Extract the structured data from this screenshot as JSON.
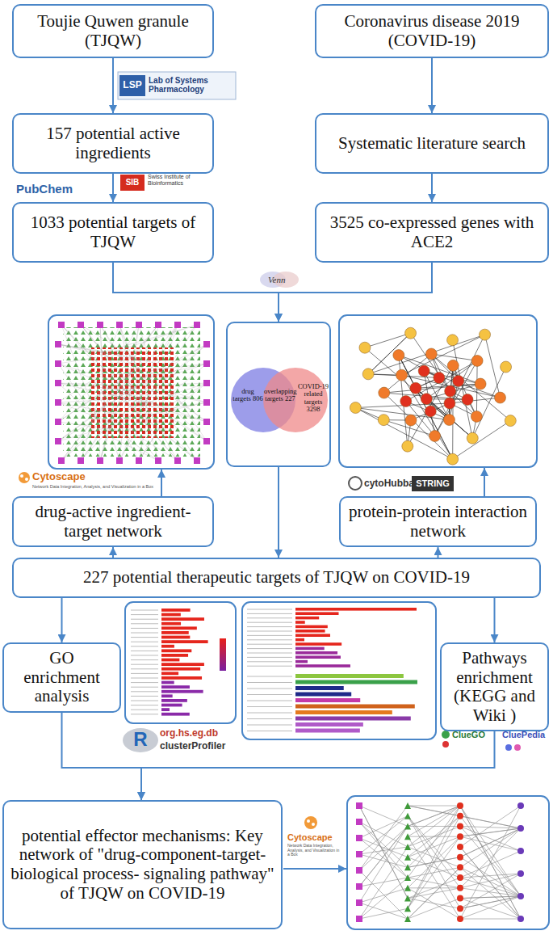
{
  "diagram": {
    "nodes": [
      {
        "text": [
          "Toujie Quwen granule (TJQW)"
        ]
      },
      {
        "text": [
          "157 potential active ingredients"
        ]
      },
      {
        "text": [
          "1033 potential targets of TJQW"
        ]
      },
      {
        "text": [
          "Coronavirus disease 2019 (COVID-19)"
        ]
      },
      {
        "text": [
          "Systematic literature search"
        ]
      },
      {
        "text": [
          "3525 co-expressed genes with ACE2"
        ]
      },
      {
        "text": [
          "drug targets 806",
          "overlapping targets 227",
          "COVID-19 related targets 3298"
        ]
      },
      {
        "text": [
          "drug-active ingredient-target network"
        ]
      },
      {
        "text": [
          "protein-protein interaction network"
        ]
      },
      {
        "text": [
          "227 potential therapeutic targets of TJQW on COVID-19"
        ]
      },
      {
        "text": [
          "GO enrichment analysis"
        ]
      },
      {
        "text": [
          "Pathways enrichment (KEGG and Wiki )"
        ]
      },
      {
        "text": [
          "potential effector mechanisms: Key network of \"drug-component-target-biological process- signaling pathway\" of TJQW on COVID-19"
        ]
      }
    ],
    "edges": [
      {
        "from": 0,
        "to": 1,
        "arrow": "to"
      },
      {
        "from": 1,
        "to": 2,
        "arrow": "to"
      },
      {
        "from": 3,
        "to": 4,
        "arrow": "to"
      },
      {
        "from": 4,
        "to": 5,
        "arrow": "to"
      },
      {
        "from": 2,
        "to": 6,
        "arrow": "to"
      },
      {
        "from": 5,
        "to": 6,
        "arrow": "to"
      },
      {
        "from": 6,
        "to": 9,
        "arrow": "to"
      },
      {
        "from": 9,
        "to": 7,
        "arrow": "to"
      },
      {
        "from": 9,
        "to": 8,
        "arrow": "to"
      },
      {
        "from": 9,
        "to": 10,
        "arrow": "to"
      },
      {
        "from": 9,
        "to": 11,
        "arrow": "to"
      },
      {
        "from": 10,
        "to": 12,
        "arrow": "to"
      },
      {
        "from": 11,
        "to": 12,
        "arrow": "to"
      }
    ],
    "labels": [
      "LSP",
      "Lab of Systems Pharmacology",
      "PubChem",
      "SIB",
      "Swiss Institute of Bioinformatics",
      "Venn",
      "Cytoscape",
      "Network Data Integration, Analysis, and Visualization in a Box",
      "cytoHubba",
      "STRING",
      "R",
      "org.hs.eg.db",
      "clusterProfiler",
      "ClueGO",
      "CluePedia",
      "Cytoscape",
      "Network Data Integration, Analysis, and Visualization in a Box"
    ]
  }
}
